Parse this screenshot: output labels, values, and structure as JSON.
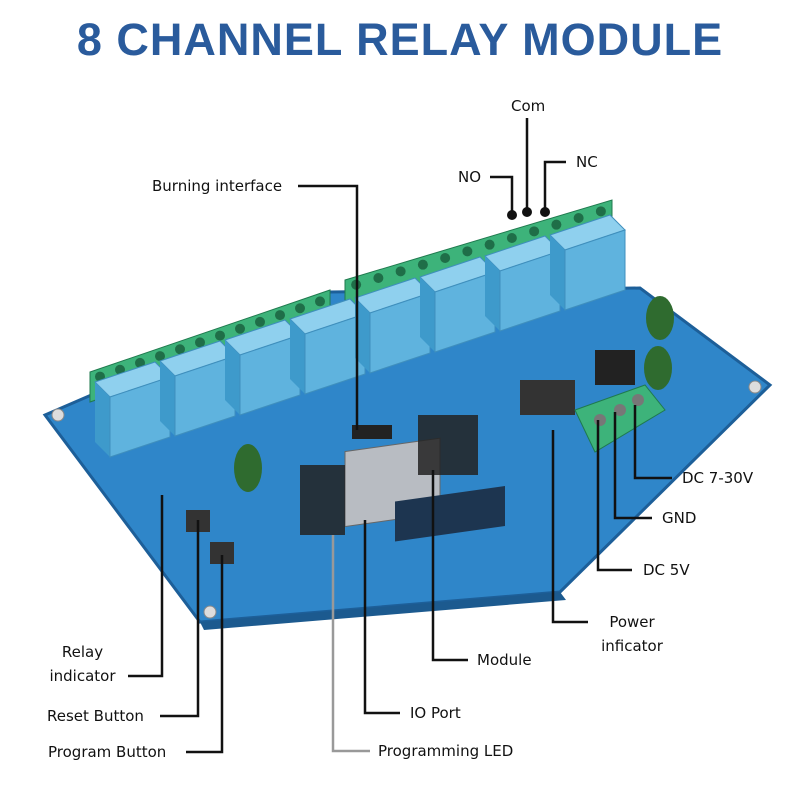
{
  "title": "8 CHANNEL RELAY MODULE",
  "colors": {
    "title": "#2a5b9c",
    "board": "#2f86c9",
    "relay": "#63b6e0",
    "terminal": "#3db37a",
    "callout": "#111111"
  },
  "labels": {
    "com": "Com",
    "no": "NO",
    "nc": "NC",
    "burning_interface": "Burning interface",
    "dc_7_30v": "DC 7-30V",
    "gnd": "GND",
    "dc_5v": "DC 5V",
    "power_indicator_1": "Power",
    "power_indicator_2": "inficator",
    "module": "Module",
    "io_port": "IO Port",
    "programming_led": "Programming LED",
    "relay_indicator_1": "Relay",
    "relay_indicator_2": "indicator",
    "reset_button": "Reset Button",
    "program_button": "Program Button"
  }
}
